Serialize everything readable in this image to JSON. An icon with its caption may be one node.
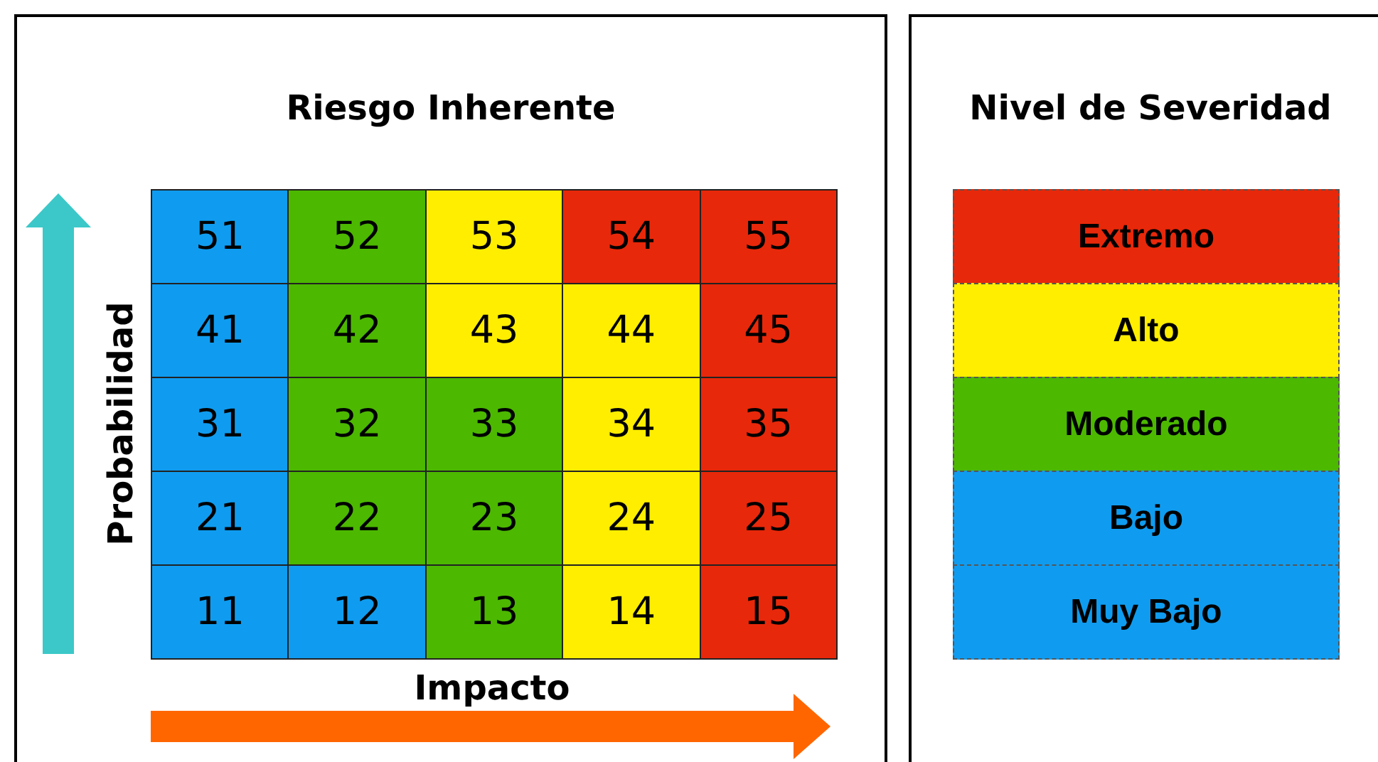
{
  "diagram": {
    "nodes": [
      {
        "text": [
          "Riesgo Inherente"
        ]
      },
      {
        "text": [
          "51"
        ],
        "in": 0
      },
      {
        "text": [
          "52"
        ],
        "in": 0
      },
      {
        "text": [
          "53"
        ],
        "in": 0
      },
      {
        "text": [
          "54"
        ],
        "in": 0
      },
      {
        "text": [
          "55"
        ],
        "in": 0
      },
      {
        "text": [
          "41"
        ],
        "in": 0
      },
      {
        "text": [
          "42"
        ],
        "in": 0
      },
      {
        "text": [
          "43"
        ],
        "in": 0
      },
      {
        "text": [
          "44"
        ],
        "in": 0
      },
      {
        "text": [
          "45"
        ],
        "in": 0
      },
      {
        "text": [
          "31"
        ],
        "in": 0
      },
      {
        "text": [
          "32"
        ],
        "in": 0
      },
      {
        "text": [
          "33"
        ],
        "in": 0
      },
      {
        "text": [
          "34"
        ],
        "in": 0
      },
      {
        "text": [
          "35"
        ],
        "in": 0
      },
      {
        "text": [
          "21"
        ],
        "in": 0
      },
      {
        "text": [
          "22"
        ],
        "in": 0
      },
      {
        "text": [
          "23"
        ],
        "in": 0
      },
      {
        "text": [
          "24"
        ],
        "in": 0
      },
      {
        "text": [
          "25"
        ],
        "in": 0
      },
      {
        "text": [
          "11"
        ],
        "in": 0
      },
      {
        "text": [
          "12"
        ],
        "in": 0
      },
      {
        "text": [
          "13"
        ],
        "in": 0
      },
      {
        "text": [
          "14"
        ],
        "in": 0
      },
      {
        "text": [
          "15"
        ],
        "in": 0
      },
      {
        "text": [
          "Nivel de Severidad"
        ]
      }
    ],
    "edges": [],
    "labels": [
      "Probabilidad",
      "Impacto"
    ],
    "legend": [
      {
        "text": "Extremo",
        "color": "#e8280a"
      },
      {
        "text": "Alto",
        "color": "#ffee00"
      },
      {
        "text": "Moderado",
        "color": "#4cb800"
      },
      {
        "text": "Bajo",
        "color": "#0f9cf0"
      },
      {
        "text": "Muy Bajo",
        "color": "#0f9cf0"
      }
    ]
  }
}
